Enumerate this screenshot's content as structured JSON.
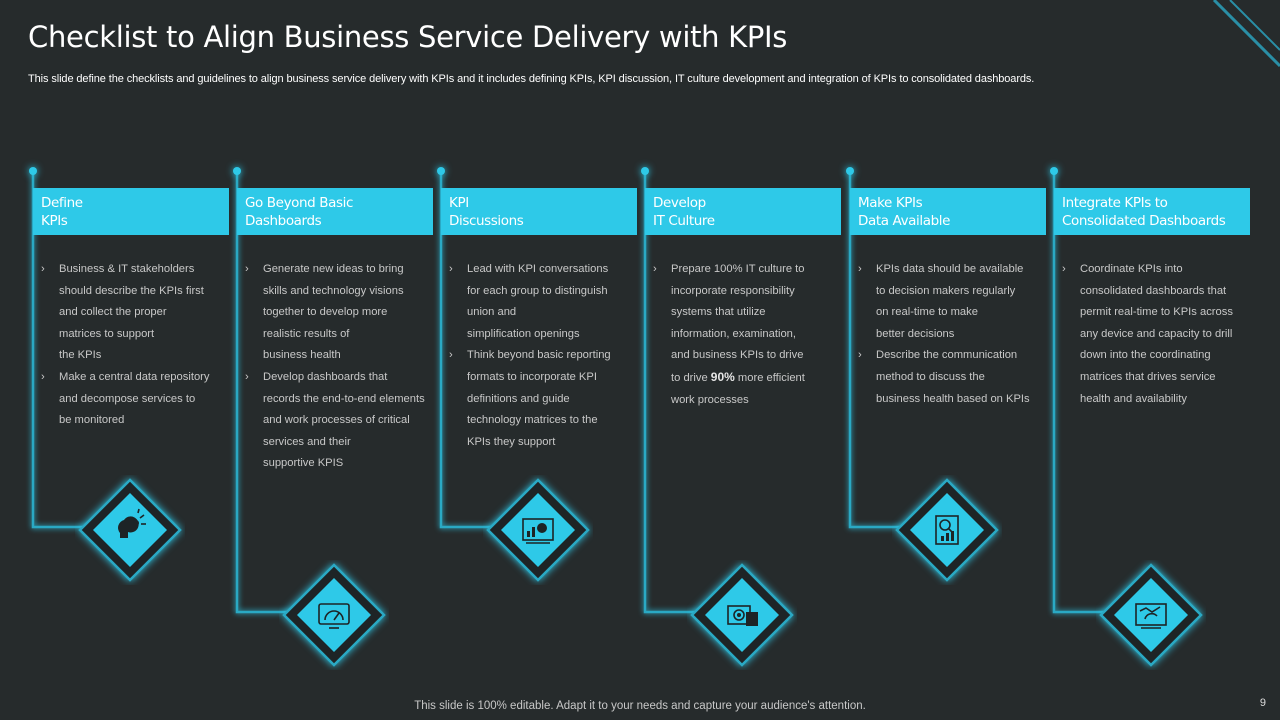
{
  "title": "Checklist to Align Business Service Delivery with KPIs",
  "subtitle": "This slide define the checklists and guidelines to align business service delivery with KPIs and it includes defining KPIs, KPI discussion, IT culture development and integration of KPIs to consolidated dashboards.",
  "colors": {
    "accent": "#2ec9e8",
    "background": "#262b2c"
  },
  "steps": [
    {
      "header": [
        "Define",
        "KPIs"
      ],
      "icon": "idea-profile-icon",
      "bullets": [
        [
          "Business & IT stakeholders",
          "should describe the KPIs first",
          "and collect the proper",
          "matrices to support",
          "the KPIs"
        ],
        [
          "Make a central data repository",
          "and decompose services to",
          "be monitored"
        ]
      ]
    },
    {
      "header": [
        "Go Beyond Basic",
        "Dashboards"
      ],
      "icon": "dashboard-gauge-icon",
      "bullets": [
        [
          "Generate new ideas to bring",
          "skills and technology visions",
          "together to develop more",
          "realistic results of",
          "business health"
        ],
        [
          "Develop dashboards that",
          "records the end-to-end elements",
          "and work processes of critical",
          "services and their",
          "supportive KPIS"
        ]
      ]
    },
    {
      "header": [
        "KPI",
        "Discussions"
      ],
      "icon": "presentation-chart-icon",
      "bullets": [
        [
          "Lead with KPI conversations",
          "for each group to distinguish",
          "union and",
          "simplification openings"
        ],
        [
          "Think beyond basic reporting",
          "formats to incorporate KPI",
          "definitions and guide",
          "technology matrices to the",
          "KPIs they support"
        ]
      ]
    },
    {
      "header": [
        "Develop",
        "IT Culture"
      ],
      "icon": "culture-settings-icon",
      "bullets": [
        [
          "Prepare 100% IT culture to",
          "incorporate responsibility",
          "systems that utilize",
          "information, examination,",
          "and business KPIs to drive"
        ]
      ],
      "highlight": {
        "pre": "to drive ",
        "value": "90%",
        "post": " more efficient",
        "last": "work processes"
      }
    },
    {
      "header": [
        "Make KPIs",
        "Data Available"
      ],
      "icon": "analytics-report-icon",
      "bullets": [
        [
          "KPIs data should be available",
          "to decision makers regularly",
          "on real-time to make",
          "better decisions"
        ],
        [
          "Describe the communication",
          "method to discuss the",
          "business health based on KPIs"
        ]
      ]
    },
    {
      "header": [
        "Integrate KPIs to",
        "Consolidated Dashboards"
      ],
      "icon": "dashboard-board-icon",
      "bullets": [
        [
          "Coordinate KPIs into",
          "consolidated dashboards that",
          "permit real-time to KPIs across",
          "any device and capacity to drill",
          "down into the coordinating",
          "matrices that drives service",
          "health and availability"
        ]
      ]
    }
  ],
  "footer": "This slide is 100% editable. Adapt it to your needs and capture your audience's attention.",
  "page_number": "9"
}
